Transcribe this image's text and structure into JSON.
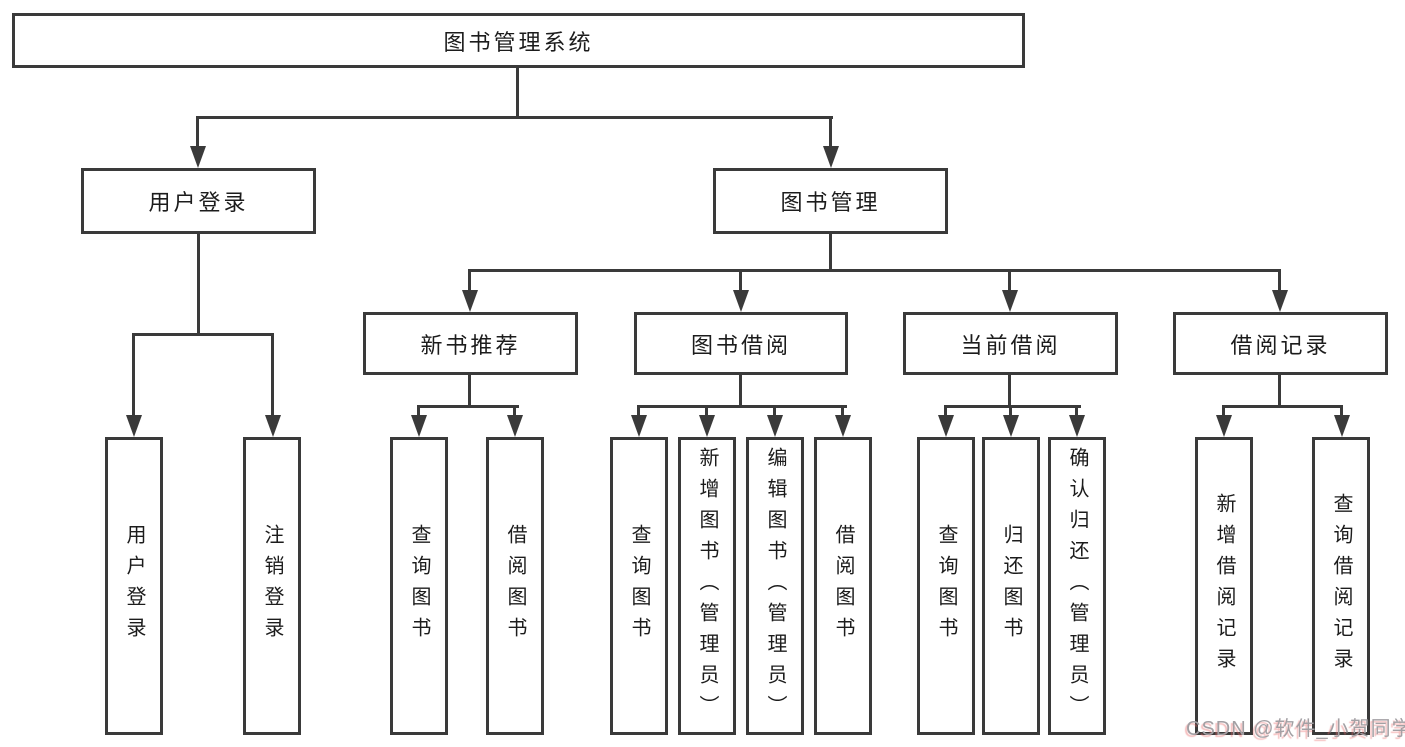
{
  "diagram_type": "hierarchy-tree",
  "colors": {
    "background": "#ffffff",
    "line": "#3a3a3a",
    "box_border": "#3a3a3a",
    "text": "#1c1c1c",
    "watermark": "#a3a0a4"
  },
  "tree": {
    "label": "图书管理系统",
    "children": [
      {
        "label": "用户登录",
        "children": [
          {
            "label": "用户登录"
          },
          {
            "label": "注销登录"
          }
        ]
      },
      {
        "label": "图书管理",
        "children": [
          {
            "label": "新书推荐",
            "children": [
              {
                "label": "查询图书"
              },
              {
                "label": "借阅图书"
              }
            ]
          },
          {
            "label": "图书借阅",
            "children": [
              {
                "label": "查询图书"
              },
              {
                "label": "新增图书（管理员）"
              },
              {
                "label": "编辑图书（管理员）"
              },
              {
                "label": "借阅图书"
              }
            ]
          },
          {
            "label": "当前借阅",
            "children": [
              {
                "label": "查询图书"
              },
              {
                "label": "归还图书"
              },
              {
                "label": "确认归还（管理员）"
              }
            ]
          },
          {
            "label": "借阅记录",
            "children": [
              {
                "label": "新增借阅记录"
              },
              {
                "label": "查询借阅记录"
              }
            ]
          }
        ]
      }
    ]
  },
  "watermark": {
    "text": "CSDN @软件_小贺同学"
  }
}
